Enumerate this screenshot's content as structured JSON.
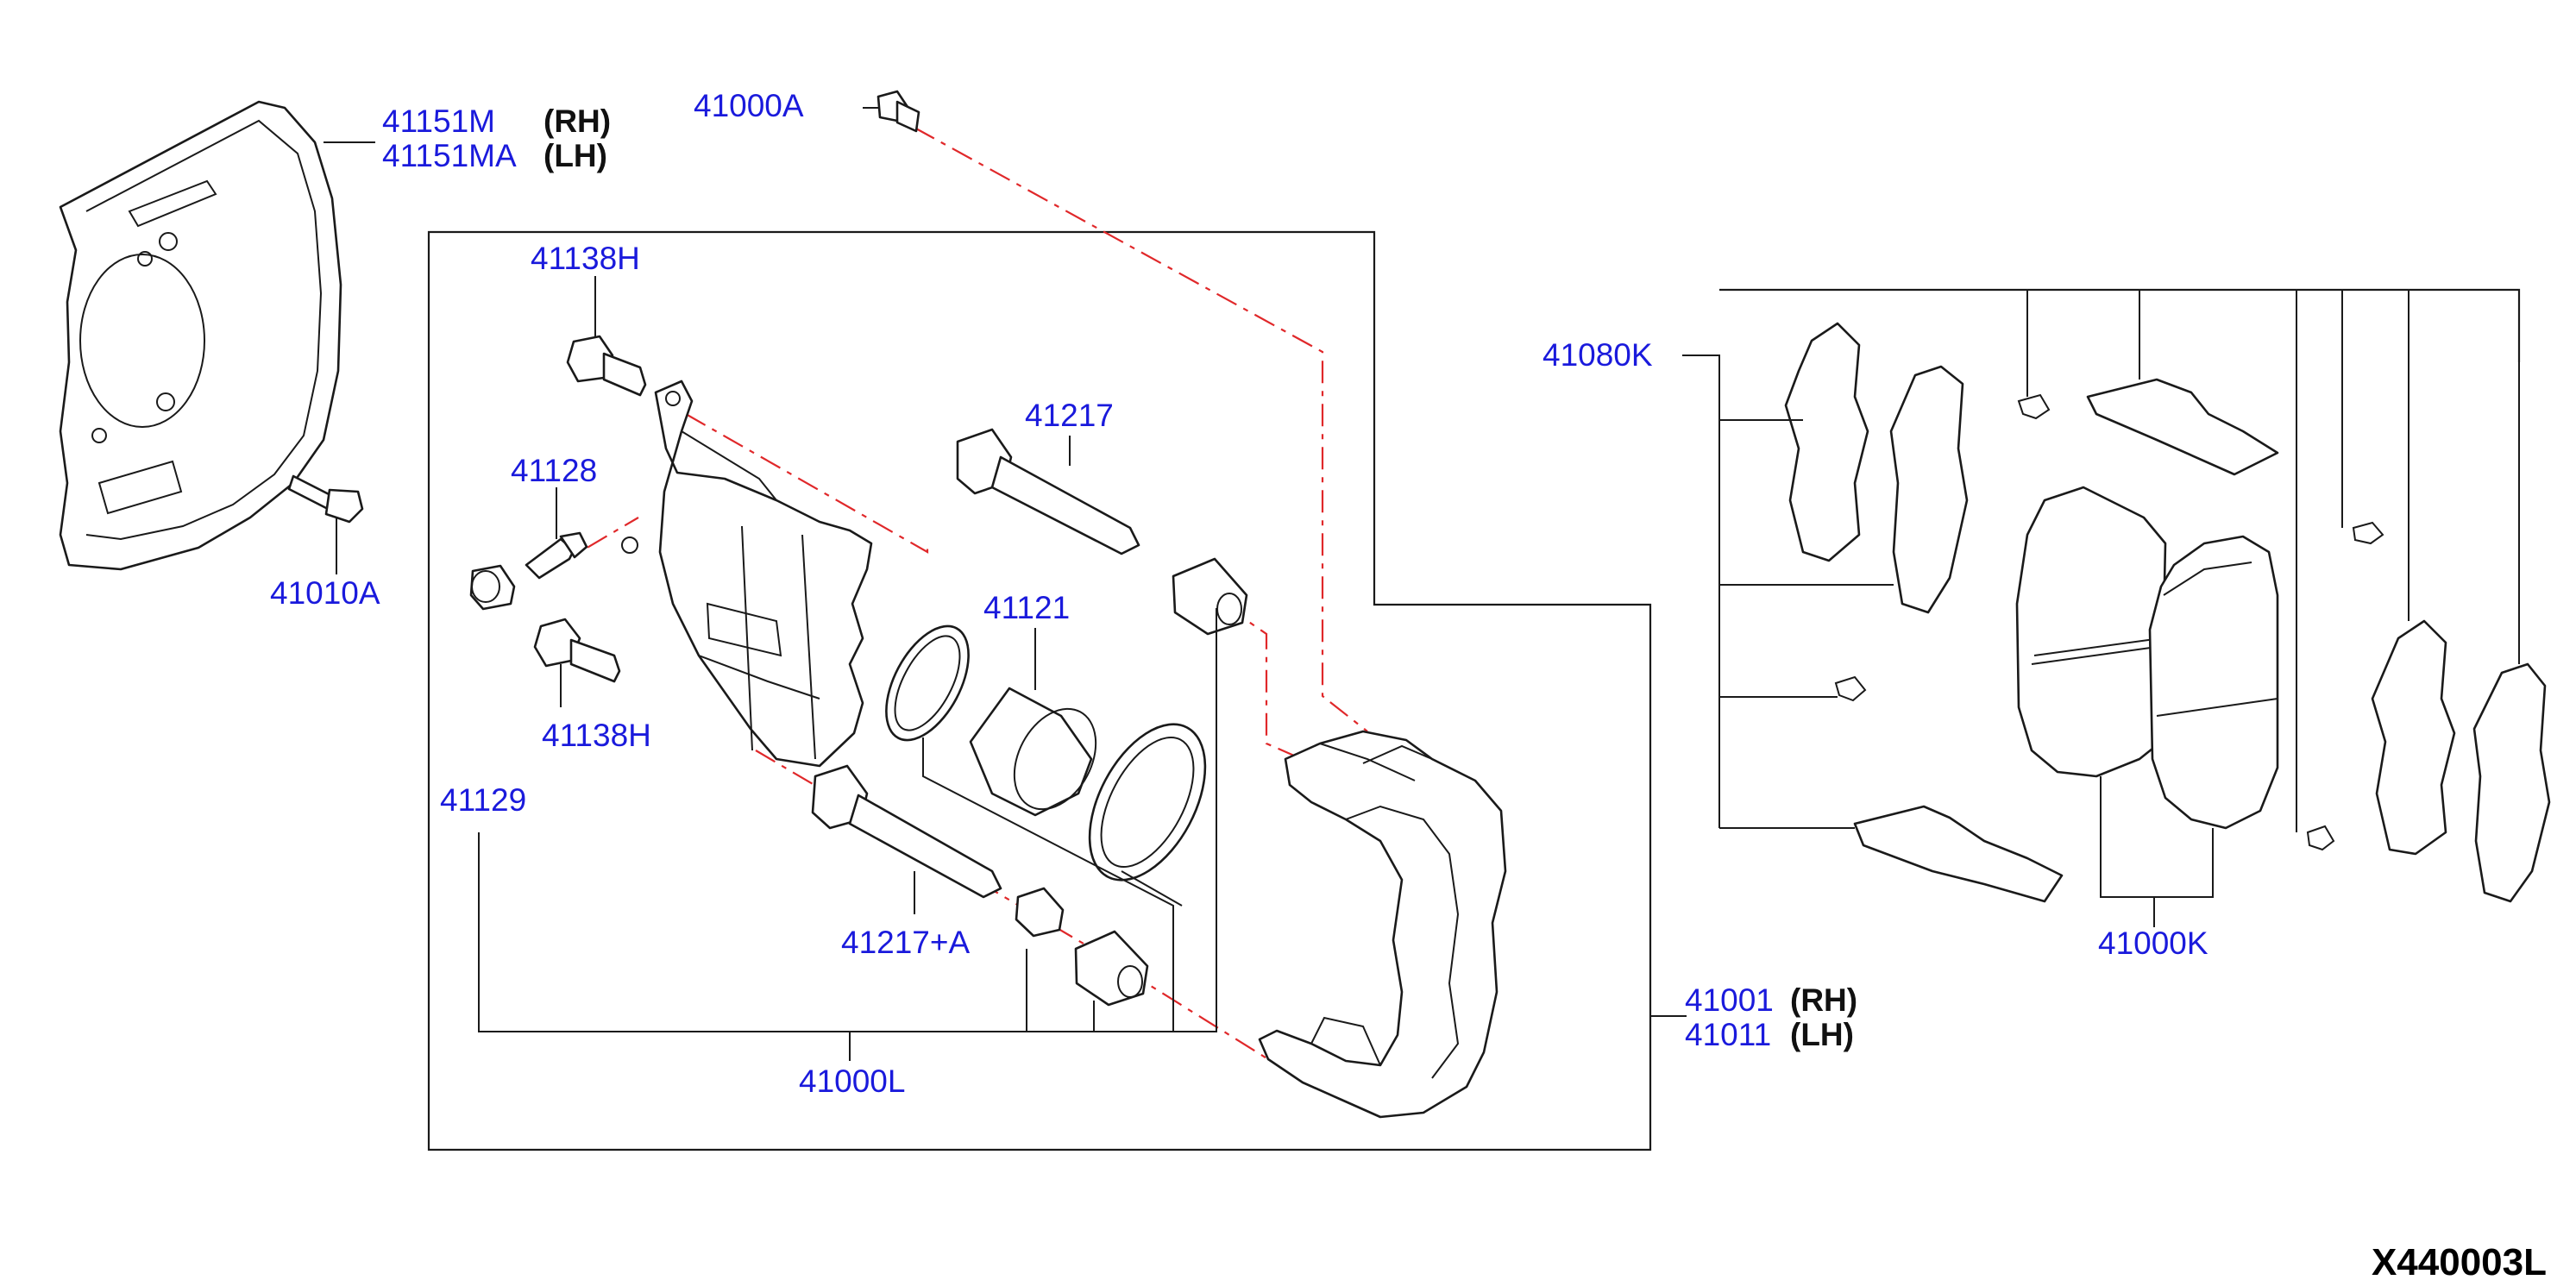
{
  "colors": {
    "part_number": "#1a1adc",
    "side_label": "#111111",
    "center_line": "#e0282a",
    "drawing": "#1a1a1a"
  },
  "labels": {
    "splash_guard_rh_pn": "41151M",
    "splash_guard_rh_side": "(RH)",
    "splash_guard_lh_pn": "41151MA",
    "splash_guard_lh_side": "(LH)",
    "bolt_top_pn": "41000A",
    "guard_bolt_pn": "41010A",
    "bolt_upper_pn": "41138H",
    "bolt_lower_pn": "41138H",
    "bleeder_pn": "41128",
    "bleeder_cap_pn": "41129",
    "pin_upper_pn": "41217",
    "pin_lower_pn": "41217+A",
    "piston_seal_pn": "41121",
    "caliper_kit_pn": "41000L",
    "caliper_rh_pn": "41001",
    "caliper_rh_side": "(RH)",
    "caliper_lh_pn": "41011",
    "caliper_lh_side": "(LH)",
    "hardware_kit_pn": "41080K",
    "pad_kit_pn": "41000K"
  },
  "diagram_code": "X440003L"
}
